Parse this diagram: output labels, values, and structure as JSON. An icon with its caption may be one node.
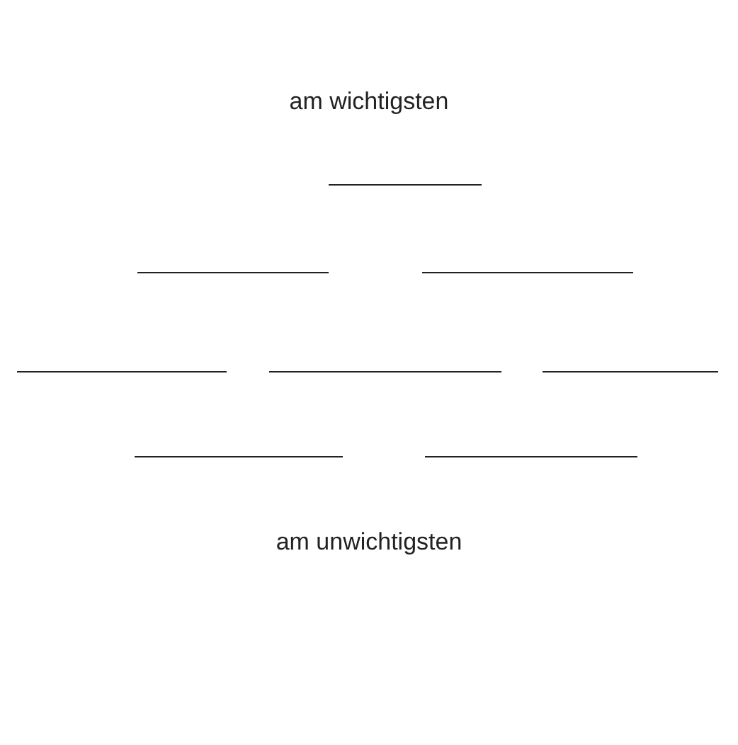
{
  "diagram": {
    "nodes": [
      {
        "text": [],
        "shape": "line"
      },
      {
        "text": [],
        "shape": "line"
      },
      {
        "text": [],
        "shape": "line"
      },
      {
        "text": [],
        "shape": "line"
      },
      {
        "text": [],
        "shape": "line"
      },
      {
        "text": [],
        "shape": "line"
      },
      {
        "text": [],
        "shape": "line"
      },
      {
        "text": [],
        "shape": "line"
      }
    ],
    "edges": [],
    "labels": [
      "am wichtigsten",
      "am unwichtigsten"
    ]
  }
}
